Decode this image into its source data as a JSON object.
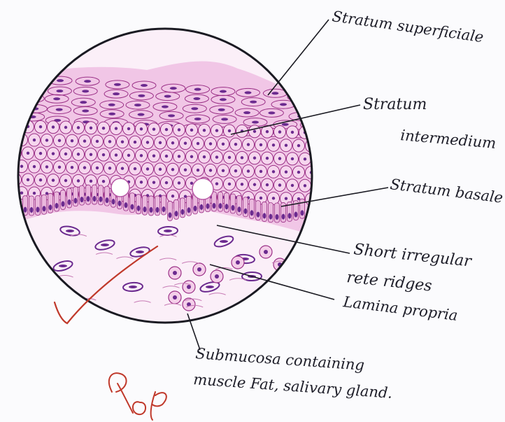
{
  "labels": {
    "stratum_superficiale": "Stratum superficiale",
    "stratum_intermedium_1": "Stratum",
    "stratum_intermedium_2": "intermedium",
    "stratum_basale": "Stratum basale",
    "rete_ridges_1": "Short irregular",
    "rete_ridges_2": "rete ridges",
    "lamina_propria": "Lamina propria",
    "submucosa_1": "Submucosa containing",
    "submucosa_2": "muscle Fat, salivary gland."
  },
  "signature": "Rop",
  "colors": {
    "circle_outline": "#1a1a22",
    "epithelium_bg": "#f1c6e6",
    "cell_outline": "#9a2f86",
    "nucleus": "#6b2a8f",
    "connective_bg": "#fbeff8",
    "ink": "#1d1d28",
    "signature_red": "#c0392b"
  }
}
